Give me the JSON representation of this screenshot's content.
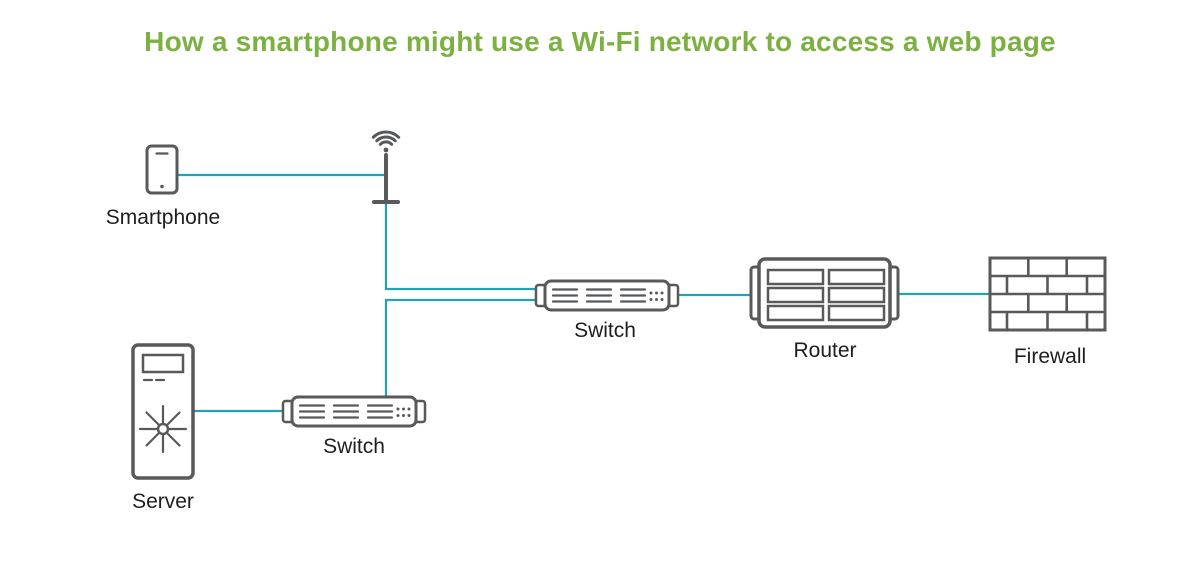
{
  "title": "How a smartphone might use a Wi-Fi network to access a web page",
  "colors": {
    "title_green": "#7cb142",
    "icon_gray": "#58595b",
    "connection_teal": "#21a3b4",
    "label_text": "#1e1e1e",
    "background": "#ffffff"
  },
  "nodes": {
    "smartphone": {
      "label": "Smartphone",
      "icon": "smartphone-icon"
    },
    "wifi_access_point": {
      "icon": "wifi-antenna-icon"
    },
    "switch_top": {
      "label": "Switch",
      "icon": "switch-icon"
    },
    "router": {
      "label": "Router",
      "icon": "router-icon"
    },
    "firewall": {
      "label": "Firewall",
      "icon": "brick-wall-icon"
    },
    "switch_bottom": {
      "label": "Switch",
      "icon": "switch-icon"
    },
    "server": {
      "label": "Server",
      "icon": "server-tower-icon"
    }
  },
  "connections": [
    {
      "from": "smartphone",
      "to": "wifi_access_point"
    },
    {
      "from": "wifi_access_point",
      "to": "switch_top"
    },
    {
      "from": "switch_top",
      "to": "switch_bottom"
    },
    {
      "from": "switch_top",
      "to": "router"
    },
    {
      "from": "router",
      "to": "firewall"
    },
    {
      "from": "server",
      "to": "switch_bottom"
    }
  ]
}
